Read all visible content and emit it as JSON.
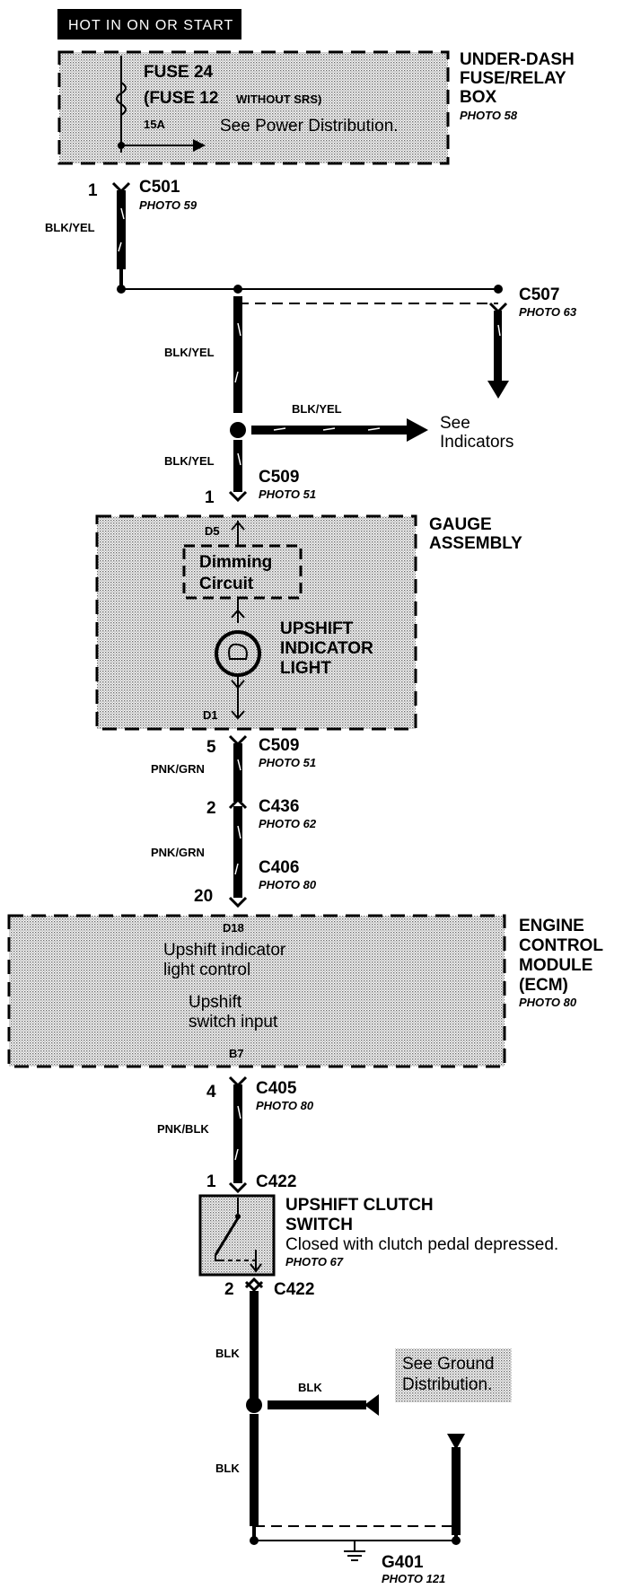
{
  "header": {
    "label": "HOT IN ON OR START"
  },
  "fuse_box": {
    "fuse_name": "FUSE 24",
    "fuse_alt": "(FUSE 12",
    "fuse_alt_note": "WITHOUT SRS)",
    "amp": "15A",
    "see_text": "See Power Distribution.",
    "title_lines": [
      "UNDER-DASH",
      "FUSE/RELAY",
      "BOX"
    ],
    "photo": "PHOTO 58"
  },
  "connectors": {
    "c501": {
      "name": "C501",
      "pin": "1",
      "photo": "PHOTO 59"
    },
    "c507": {
      "name": "C507",
      "photo": "PHOTO 63"
    },
    "c509_top": {
      "name": "C509",
      "pin": "1",
      "photo": "PHOTO 51"
    },
    "c509_bot": {
      "name": "C509",
      "pin": "5",
      "photo": "PHOTO 51"
    },
    "c436": {
      "name": "C436",
      "pin": "2",
      "photo": "PHOTO 62"
    },
    "c406": {
      "name": "C406",
      "pin": "20",
      "photo": "PHOTO 80"
    },
    "c405": {
      "name": "C405",
      "pin": "4",
      "photo": "PHOTO 80"
    },
    "c422_top": {
      "name": "C422",
      "pin": "1"
    },
    "c422_bot": {
      "name": "C422",
      "pin": "2"
    }
  },
  "wires": {
    "w1": "BLK/YEL",
    "w2": "BLK/YEL",
    "w3": "BLK/YEL",
    "w4": "BLK/YEL",
    "w5": "PNK/GRN",
    "w6": "PNK/GRN",
    "w7": "PNK/BLK",
    "w8": "BLK",
    "w9": "BLK",
    "w10": "BLK"
  },
  "indicators_ref": [
    "See",
    "Indicators"
  ],
  "gauge": {
    "title_lines": [
      "GAUGE",
      "ASSEMBLY"
    ],
    "pin_top": "D5",
    "pin_bot": "D1",
    "dimming": [
      "Dimming",
      "Circuit"
    ],
    "light": [
      "UPSHIFT",
      "INDICATOR",
      "LIGHT"
    ]
  },
  "ecm": {
    "title_lines": [
      "ENGINE",
      "CONTROL",
      "MODULE",
      "(ECM)"
    ],
    "photo": "PHOTO 80",
    "pin_top": "D18",
    "pin_bot": "B7",
    "text1": [
      "Upshift indicator",
      "light control"
    ],
    "text2": [
      "Upshift",
      "switch input"
    ]
  },
  "switch": {
    "title_lines": [
      "UPSHIFT CLUTCH",
      "SWITCH"
    ],
    "desc": "Closed with clutch pedal depressed.",
    "photo": "PHOTO 67"
  },
  "ground_ref": [
    "See Ground",
    "Distribution."
  ],
  "ground": {
    "name": "G401",
    "photo": "PHOTO 121"
  }
}
